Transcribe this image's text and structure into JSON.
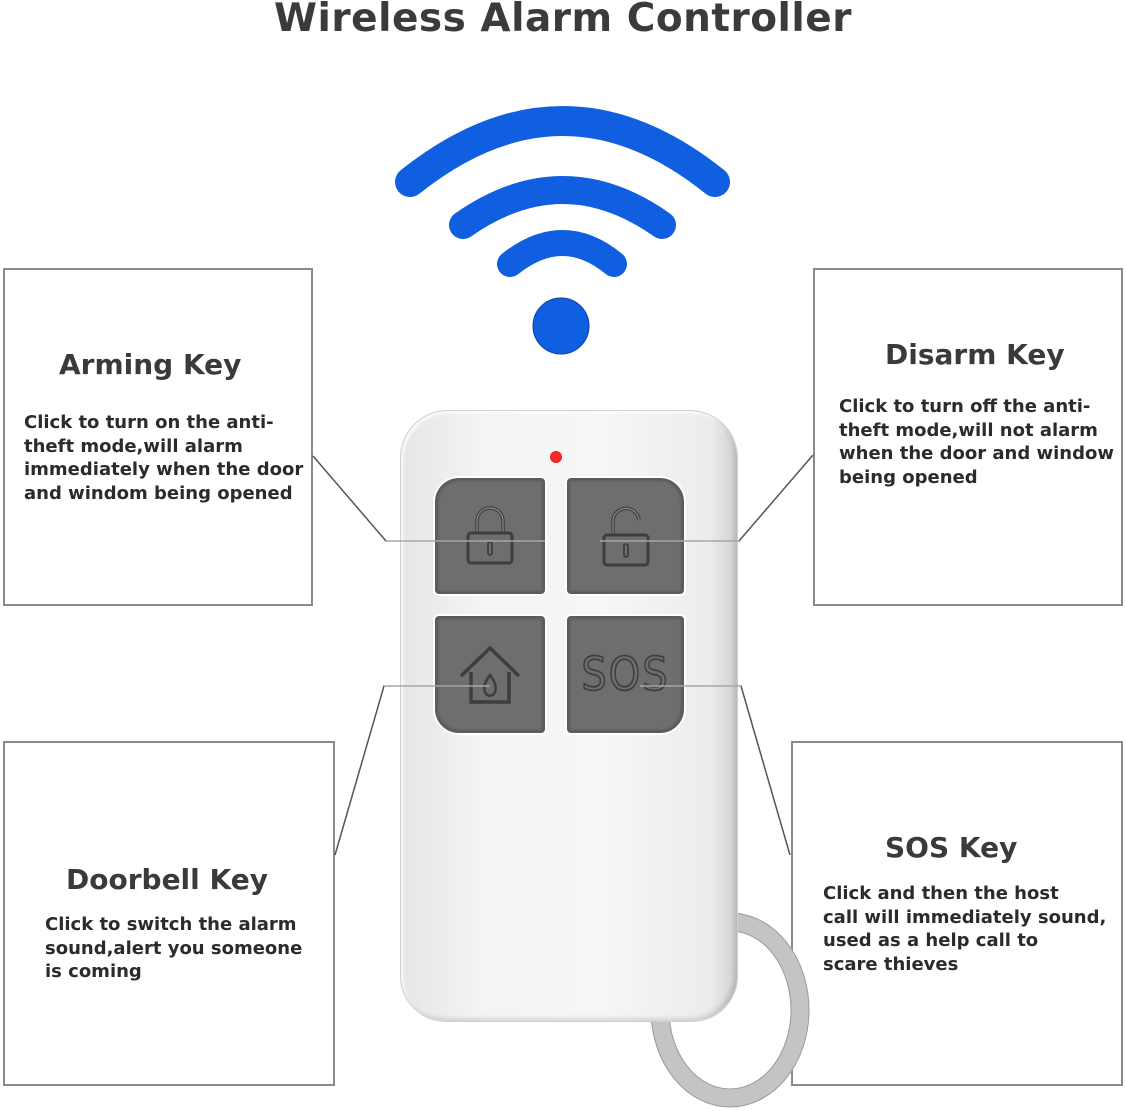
{
  "title": "Wireless Alarm Controller",
  "colors": {
    "wifi_blue": "#0f5fe0",
    "key_gray": "#6e6e6e",
    "led_red": "#ff2a2a",
    "remote_body": "#f2f2f2",
    "box_border": "#8a8a8a",
    "text": "#2e2e2e"
  },
  "icons": {
    "wifi": "wifi-signal-icon",
    "arming_key": "lock-closed-icon",
    "disarm_key": "lock-open-icon",
    "doorbell_key": "house-icon",
    "sos_key": "sos-text-icon"
  },
  "device": {
    "name": "remote-controller",
    "led": "red-indicator-led",
    "keys": [
      {
        "id": "arming",
        "icon": "lock-closed-icon",
        "position": "top-left"
      },
      {
        "id": "disarm",
        "icon": "lock-open-icon",
        "position": "top-right"
      },
      {
        "id": "doorbell",
        "icon": "house-icon",
        "position": "bottom-left"
      },
      {
        "id": "sos",
        "label": "SOS",
        "position": "bottom-right"
      }
    ],
    "accessory": "keyring"
  },
  "callouts": {
    "arming": {
      "heading": "Arming Key",
      "description": "Click to turn on the anti-\ntheft mode,will alarm\nimmediately when the door\nand windom being opened"
    },
    "disarm": {
      "heading": "Disarm Key",
      "description": "Click to turn off the anti-\ntheft mode,will not alarm\nwhen the door and window\nbeing opened"
    },
    "doorbell": {
      "heading": "Doorbell Key",
      "description": "Click to switch the alarm\nsound,alert you someone\nis coming"
    },
    "sos": {
      "heading": "SOS Key",
      "description": "Click and then the host\ncall will immediately sound,\nused as a help call to\nscare thieves"
    }
  }
}
